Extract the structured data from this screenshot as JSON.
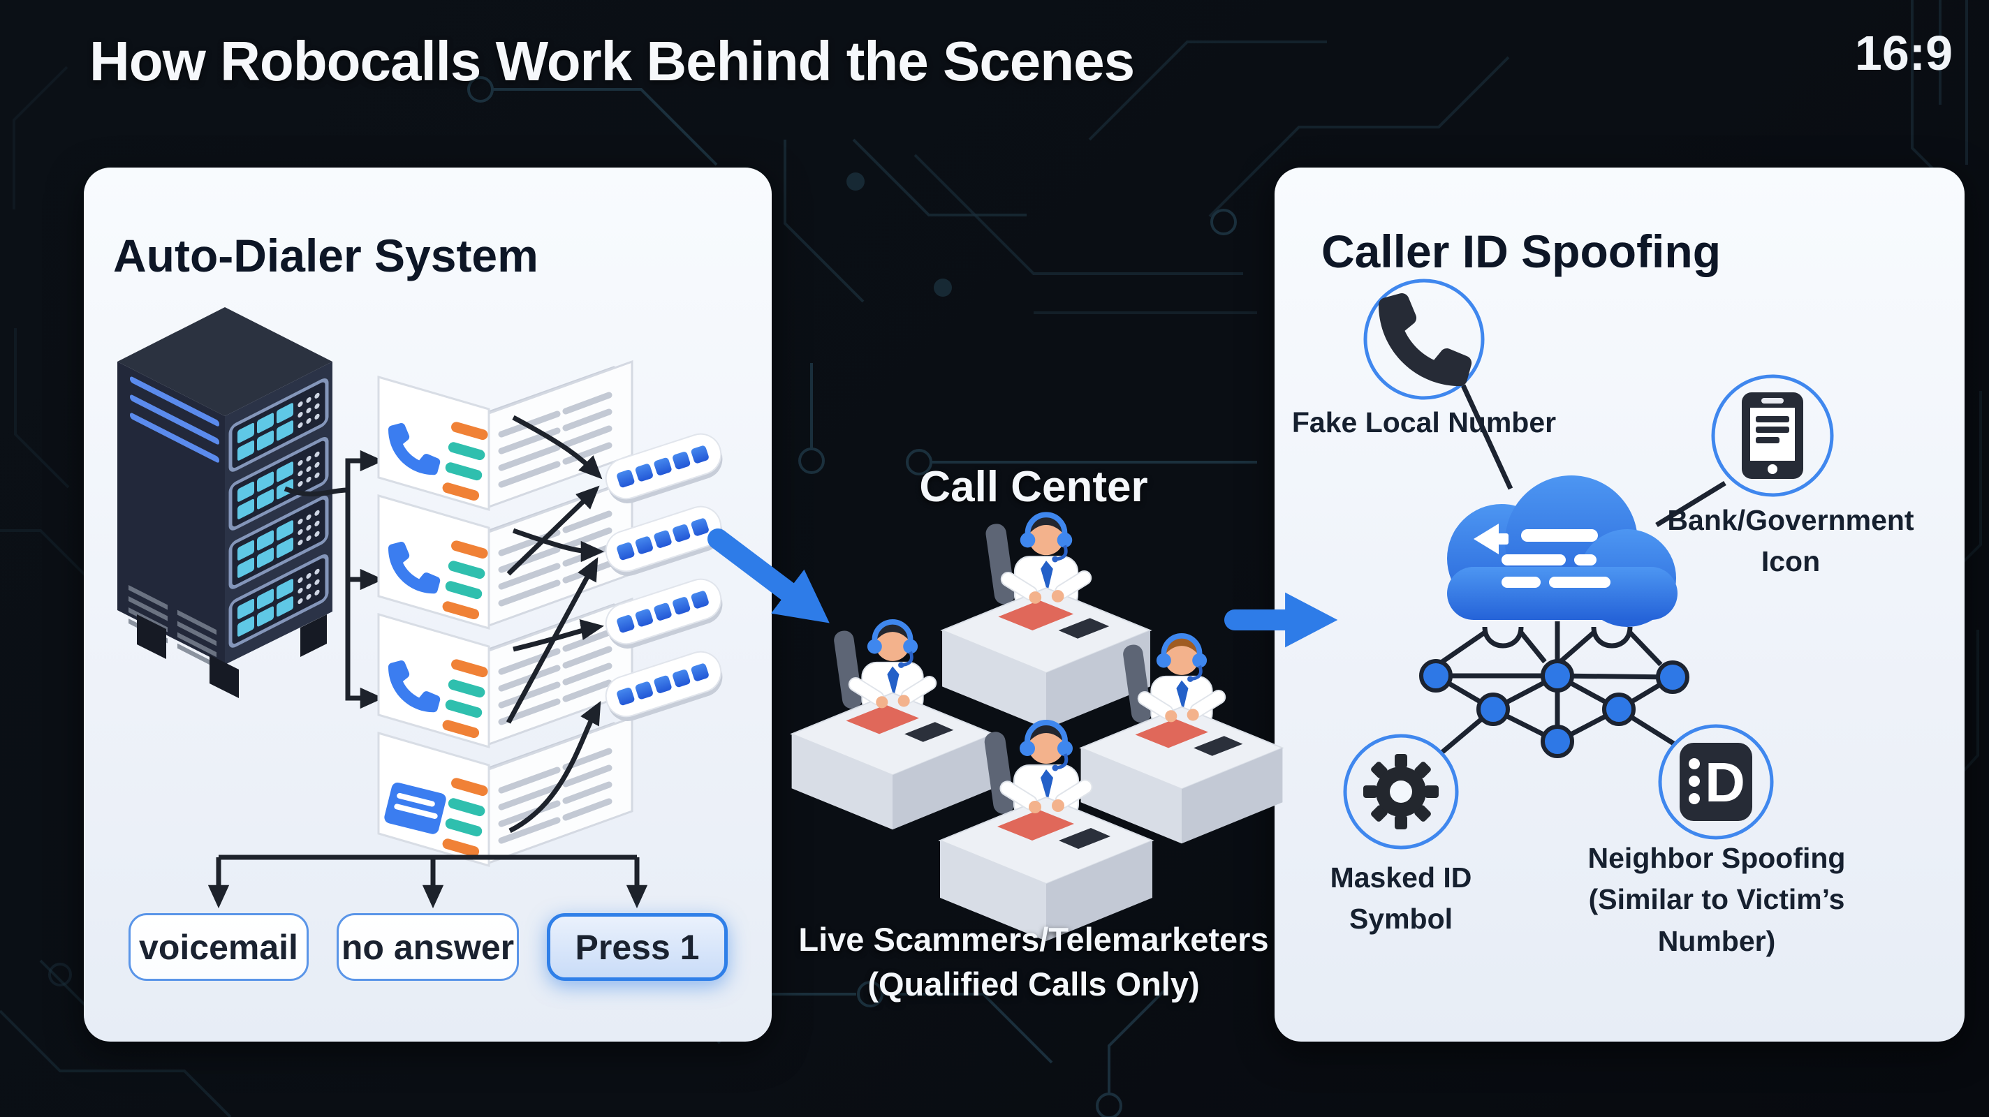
{
  "header": {
    "title": "How Robocalls Work Behind the Scenes",
    "aspect_ratio": "16:9"
  },
  "left_panel": {
    "title": "Auto-Dialer System",
    "outcomes": [
      {
        "label": "voicemail",
        "highlighted": false
      },
      {
        "label": "no answer",
        "highlighted": false
      },
      {
        "label": "Press 1",
        "highlighted": true
      }
    ]
  },
  "center": {
    "title": "Call Center",
    "caption_line1": "Live Scammers/Telemarketers",
    "caption_line2": "(Qualified Calls Only)"
  },
  "right_panel": {
    "title": "Caller ID Spoofing",
    "labels": {
      "fake_local": "Fake Local Number",
      "bank_line1": "Bank/Government",
      "bank_line2": "Icon",
      "masked_line1": "Masked ID",
      "masked_line2": "Symbol",
      "neighbor_line1": "Neighbor Spoofing",
      "neighbor_line2": "(Similar to Victim’s",
      "neighbor_line3": "Number)"
    },
    "caller_id_glyph": "D"
  },
  "icons": {
    "server": "server-rack-icon",
    "contact_card": "contact-list-card",
    "card_phone": "phone-icon",
    "card_document": "document-icon",
    "number_strip": "dialed-number-strip",
    "worker": "call-agent-with-headset",
    "handset_circle": "phone-handset-icon",
    "smartphone_circle": "smartphone-icon",
    "gear_circle": "gear-icon",
    "caller_id_circle": "caller-id-badge-icon",
    "cloud": "spoofing-cloud-icon",
    "network": "network-nodes"
  },
  "colors": {
    "accent_blue": "#2e7ce8",
    "panel_bg": "#f3f7fc",
    "background": "#0a0e14",
    "teal": "#2fbfae",
    "orange": "#f08136",
    "line_black": "#1d222b",
    "node_blue": "#2e78e6",
    "navy_text": "#0d1626"
  }
}
